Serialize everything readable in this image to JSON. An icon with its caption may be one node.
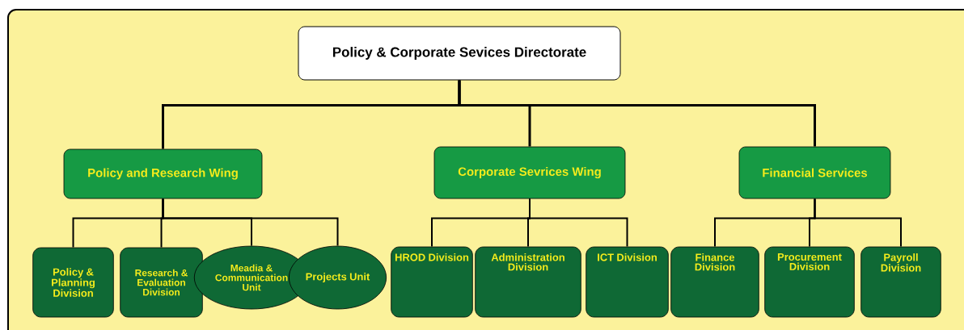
{
  "diagram": {
    "nodes": [
      {
        "text": [
          "Policy & Corporate Sevices Directorate"
        ]
      },
      {
        "text": [
          "Policy and Research Wing"
        ]
      },
      {
        "text": [
          "Corporate Sevrices Wing"
        ]
      },
      {
        "text": [
          "Financial Services"
        ]
      },
      {
        "text": [
          "Policy & Planning Division"
        ]
      },
      {
        "text": [
          "Research & Evaluation Division"
        ]
      },
      {
        "text": [
          "Meadia & Communication Unit"
        ]
      },
      {
        "text": [
          "Projects Unit"
        ]
      },
      {
        "text": [
          "HROD Division"
        ]
      },
      {
        "text": [
          "Administration Division"
        ]
      },
      {
        "text": [
          "ICT Division"
        ]
      },
      {
        "text": [
          "Finance Division"
        ]
      },
      {
        "text": [
          "Procurement Division"
        ]
      },
      {
        "text": [
          "Payroll Division"
        ]
      }
    ],
    "edges": [
      {
        "from": 0,
        "to": 1,
        "arrow": "none"
      },
      {
        "from": 0,
        "to": 2,
        "arrow": "none"
      },
      {
        "from": 0,
        "to": 3,
        "arrow": "none"
      },
      {
        "from": 1,
        "to": 4,
        "arrow": "none"
      },
      {
        "from": 1,
        "to": 5,
        "arrow": "none"
      },
      {
        "from": 1,
        "to": 6,
        "arrow": "none"
      },
      {
        "from": 1,
        "to": 7,
        "arrow": "none"
      },
      {
        "from": 2,
        "to": 8,
        "arrow": "none"
      },
      {
        "from": 2,
        "to": 9,
        "arrow": "none"
      },
      {
        "from": 2,
        "to": 10,
        "arrow": "none"
      },
      {
        "from": 3,
        "to": 11,
        "arrow": "none"
      },
      {
        "from": 3,
        "to": 12,
        "arrow": "none"
      },
      {
        "from": 3,
        "to": 13,
        "arrow": "none"
      }
    ]
  }
}
